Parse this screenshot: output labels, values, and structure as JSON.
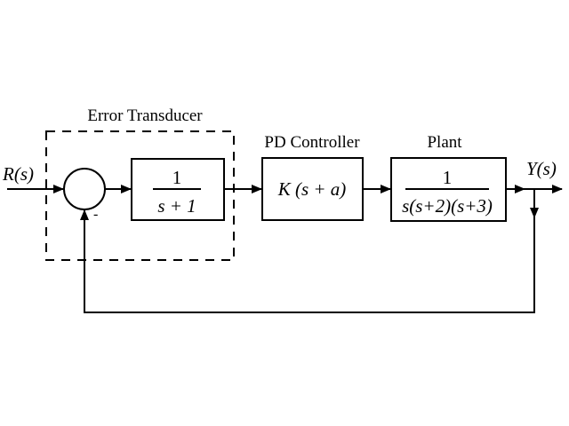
{
  "diagram": {
    "type": "block-diagram",
    "colors": {
      "stroke": "#000000",
      "background": "#ffffff"
    },
    "input_label": "R(s)",
    "output_label": "Y(s)",
    "summing_junction": {
      "feedback_sign": "-"
    },
    "groups": [
      {
        "id": "error-transducer",
        "label": "Error Transducer",
        "style": "dashed"
      }
    ],
    "blocks": [
      {
        "id": "transducer-filter",
        "title": "",
        "numerator": "1",
        "denominator": "s + 1"
      },
      {
        "id": "pd-controller",
        "title": "PD Controller",
        "expression": "K (s + a)"
      },
      {
        "id": "plant",
        "title": "Plant",
        "numerator": "1",
        "denominator": "s(s+2)(s+3)"
      }
    ]
  }
}
